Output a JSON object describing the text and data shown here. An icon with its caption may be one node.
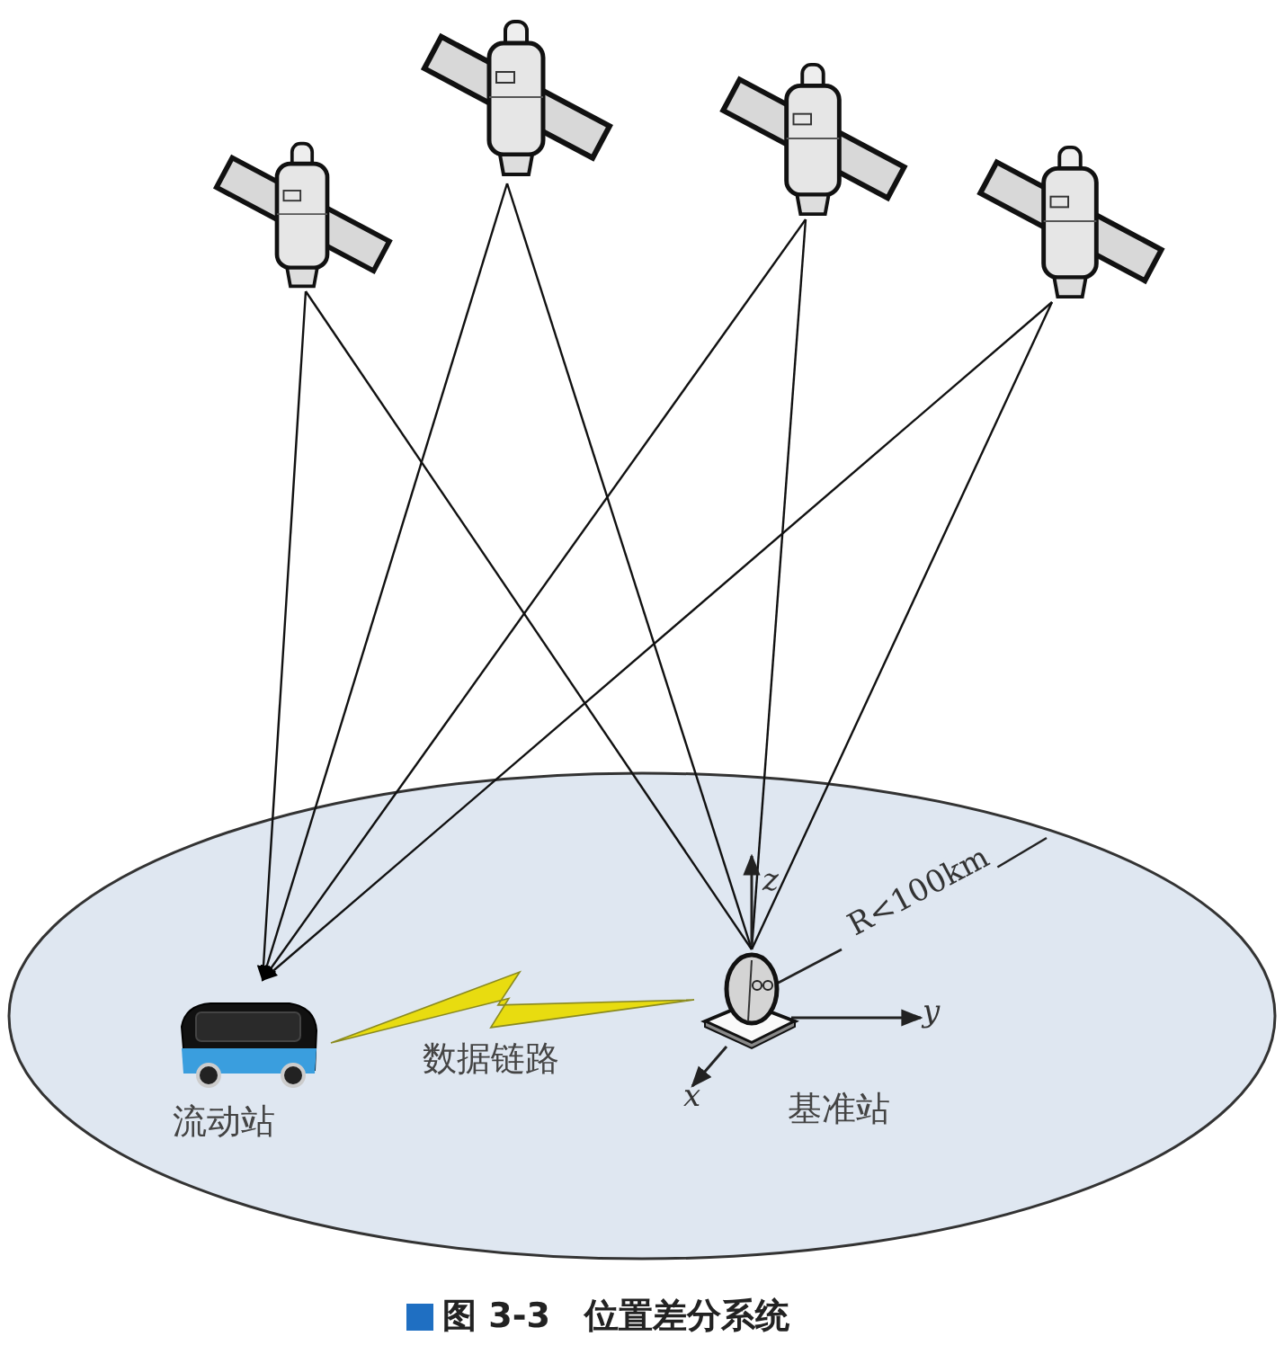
{
  "diagram": {
    "caption": "图 3-3　位置差分系统",
    "nodes": [
      {
        "text": [],
        "shape": "picture"
      },
      {
        "text": [],
        "shape": "picture"
      },
      {
        "text": [],
        "shape": "picture"
      },
      {
        "text": [],
        "shape": "picture"
      },
      {
        "text": [
          "流动站"
        ]
      },
      {
        "text": [
          "基准站"
        ]
      }
    ],
    "edges": [
      {
        "from": 0,
        "to": 4,
        "arrow": "to"
      },
      {
        "from": 0,
        "to": 5,
        "arrow": "none"
      },
      {
        "from": 1,
        "to": 4,
        "arrow": "to"
      },
      {
        "from": 1,
        "to": 5,
        "arrow": "none"
      },
      {
        "from": 2,
        "to": 4,
        "arrow": "to"
      },
      {
        "from": 2,
        "to": 5,
        "arrow": "none"
      },
      {
        "from": 3,
        "to": 4,
        "arrow": "to"
      },
      {
        "from": 3,
        "to": 5,
        "arrow": "none"
      },
      {
        "from": 4,
        "to": 5,
        "arrow": "none",
        "label": "数据链路",
        "color": "#e8dc10"
      }
    ],
    "labels": [
      "z",
      "y",
      "x",
      "R<100km"
    ]
  }
}
